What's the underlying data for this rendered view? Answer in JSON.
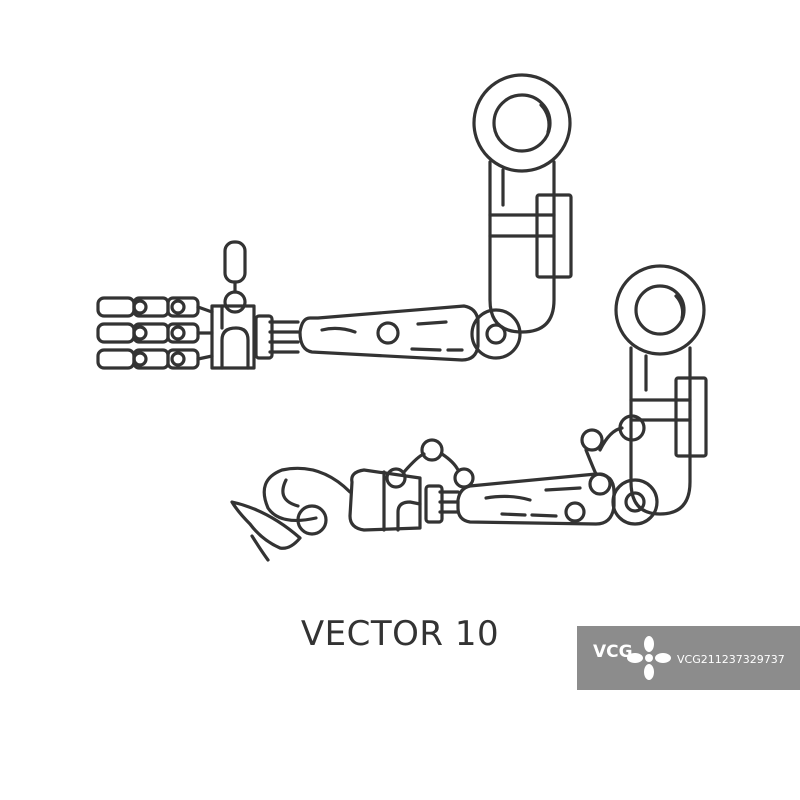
{
  "caption": "VECTOR 10",
  "watermark": {
    "logo_text": "VCG",
    "id_text": "VCG211237329737"
  },
  "colors": {
    "background": "#ffffff",
    "line": "#333333",
    "watermark_bg": "#8c8c8c"
  },
  "icons": [
    "robotic-arm-with-hand-icon",
    "robotic-arm-with-claw-icon"
  ]
}
